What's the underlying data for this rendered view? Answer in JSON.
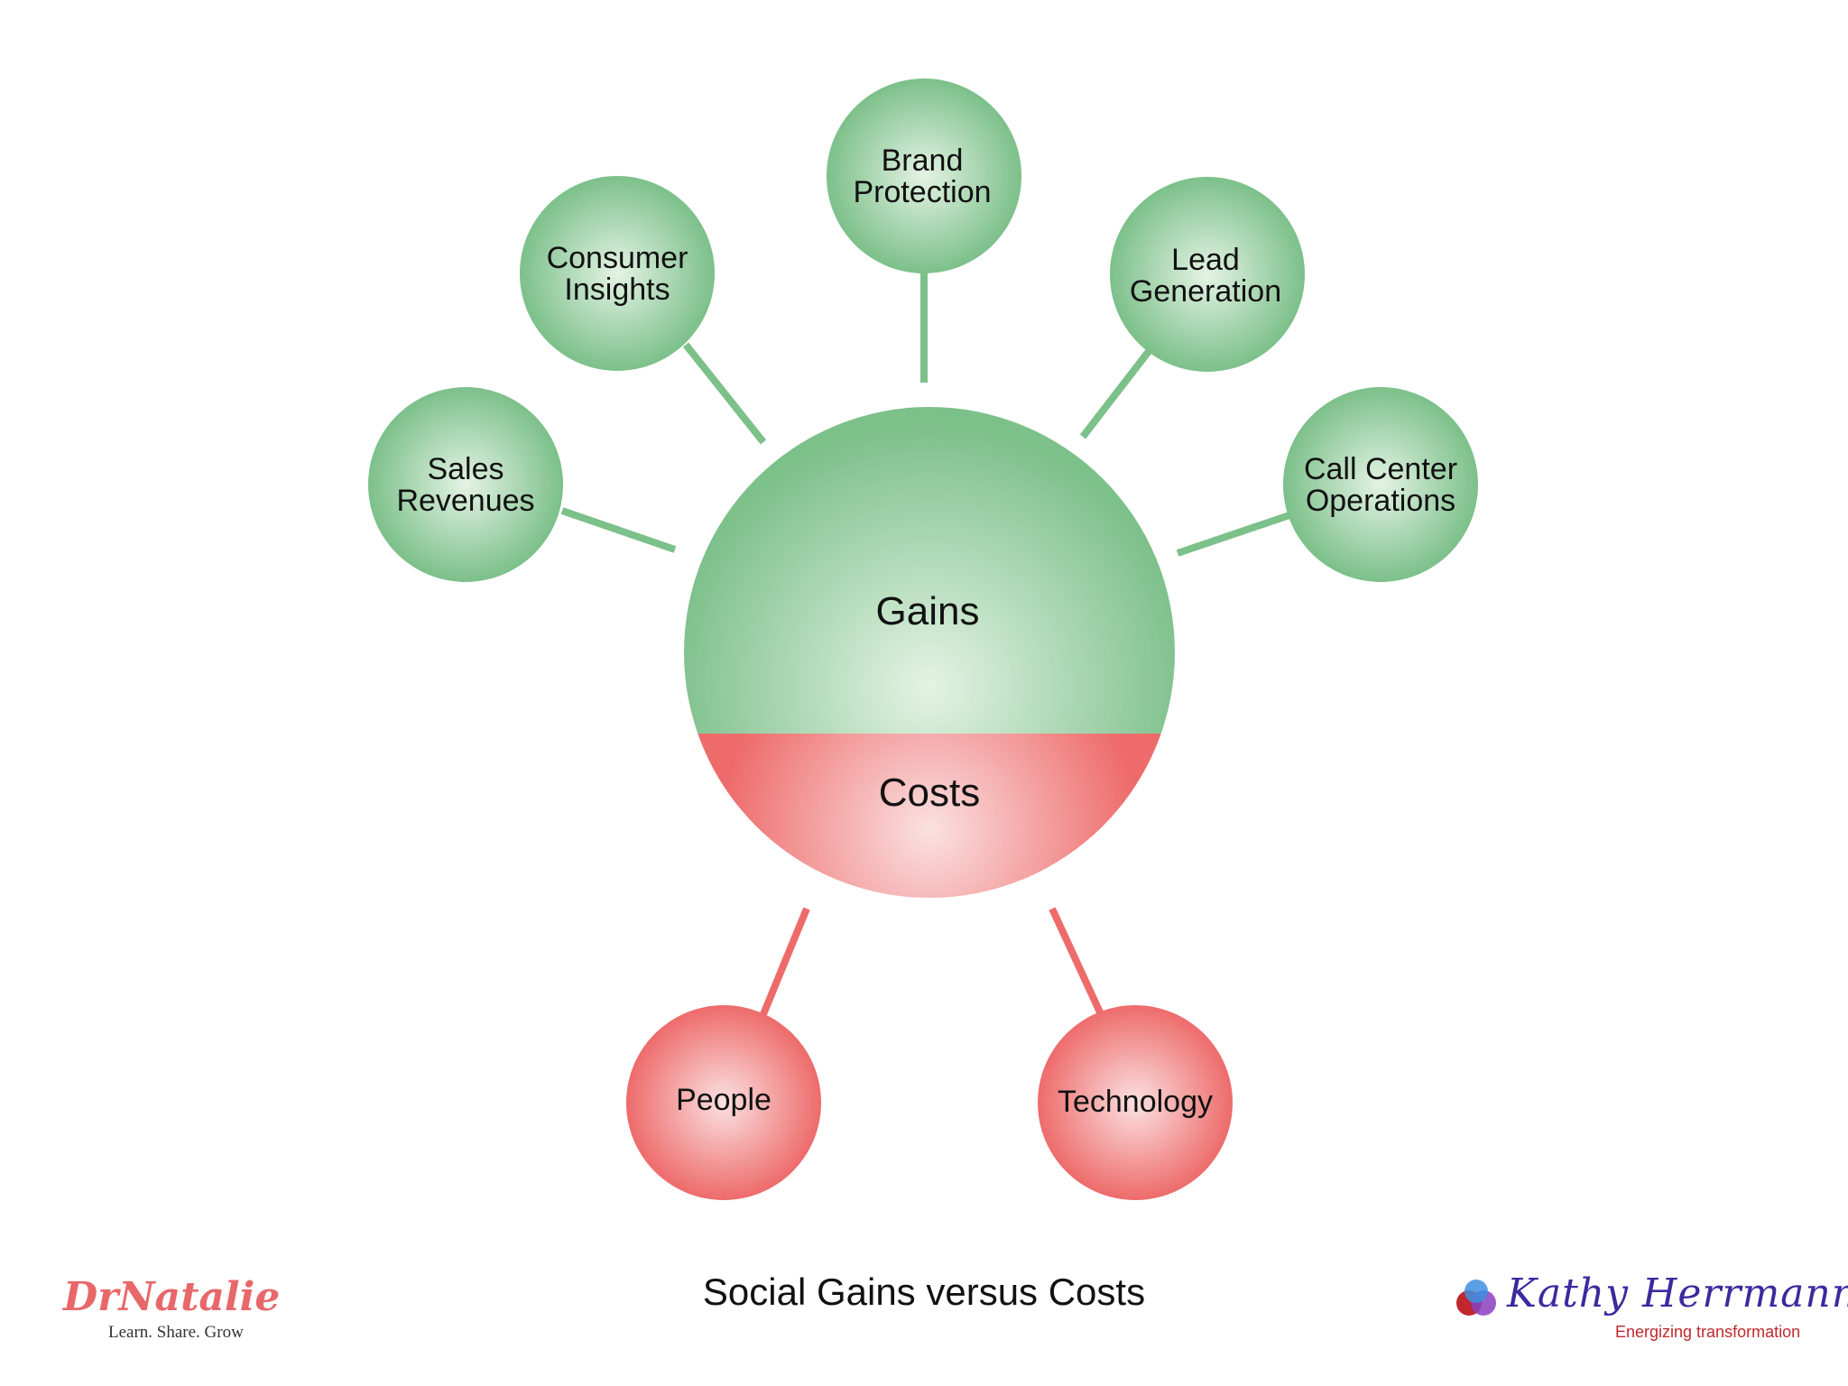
{
  "diagram": {
    "center": {
      "gains_label": "Gains",
      "costs_label": "Costs"
    },
    "gain_nodes": [
      {
        "line1": "Sales",
        "line2": "Revenues"
      },
      {
        "line1": "Consumer",
        "line2": "Insights"
      },
      {
        "line1": "Brand",
        "line2": "Protection"
      },
      {
        "line1": "Lead",
        "line2": "Generation"
      },
      {
        "line1": "Call Center",
        "line2": "Operations"
      }
    ],
    "cost_nodes": [
      {
        "label": "People"
      },
      {
        "label": "Technology"
      }
    ],
    "caption": "Social Gains versus Costs"
  },
  "branding": {
    "left_logo_name": "DrNatalie",
    "left_logo_tagline": "Learn. Share. Grow",
    "right_logo_name": "Kathy Herrmann",
    "right_logo_tagline": "Energizing transformation"
  },
  "colors": {
    "gain_green": "#7cc08a",
    "gain_green_light": "#e4f3e4",
    "cost_red": "#ee6b6b",
    "cost_red_light": "#fbe1e1",
    "left_logo_red": "#e8686a",
    "right_logo_purple": "#3b2a9e",
    "right_logo_tag_red": "#c0282d"
  }
}
